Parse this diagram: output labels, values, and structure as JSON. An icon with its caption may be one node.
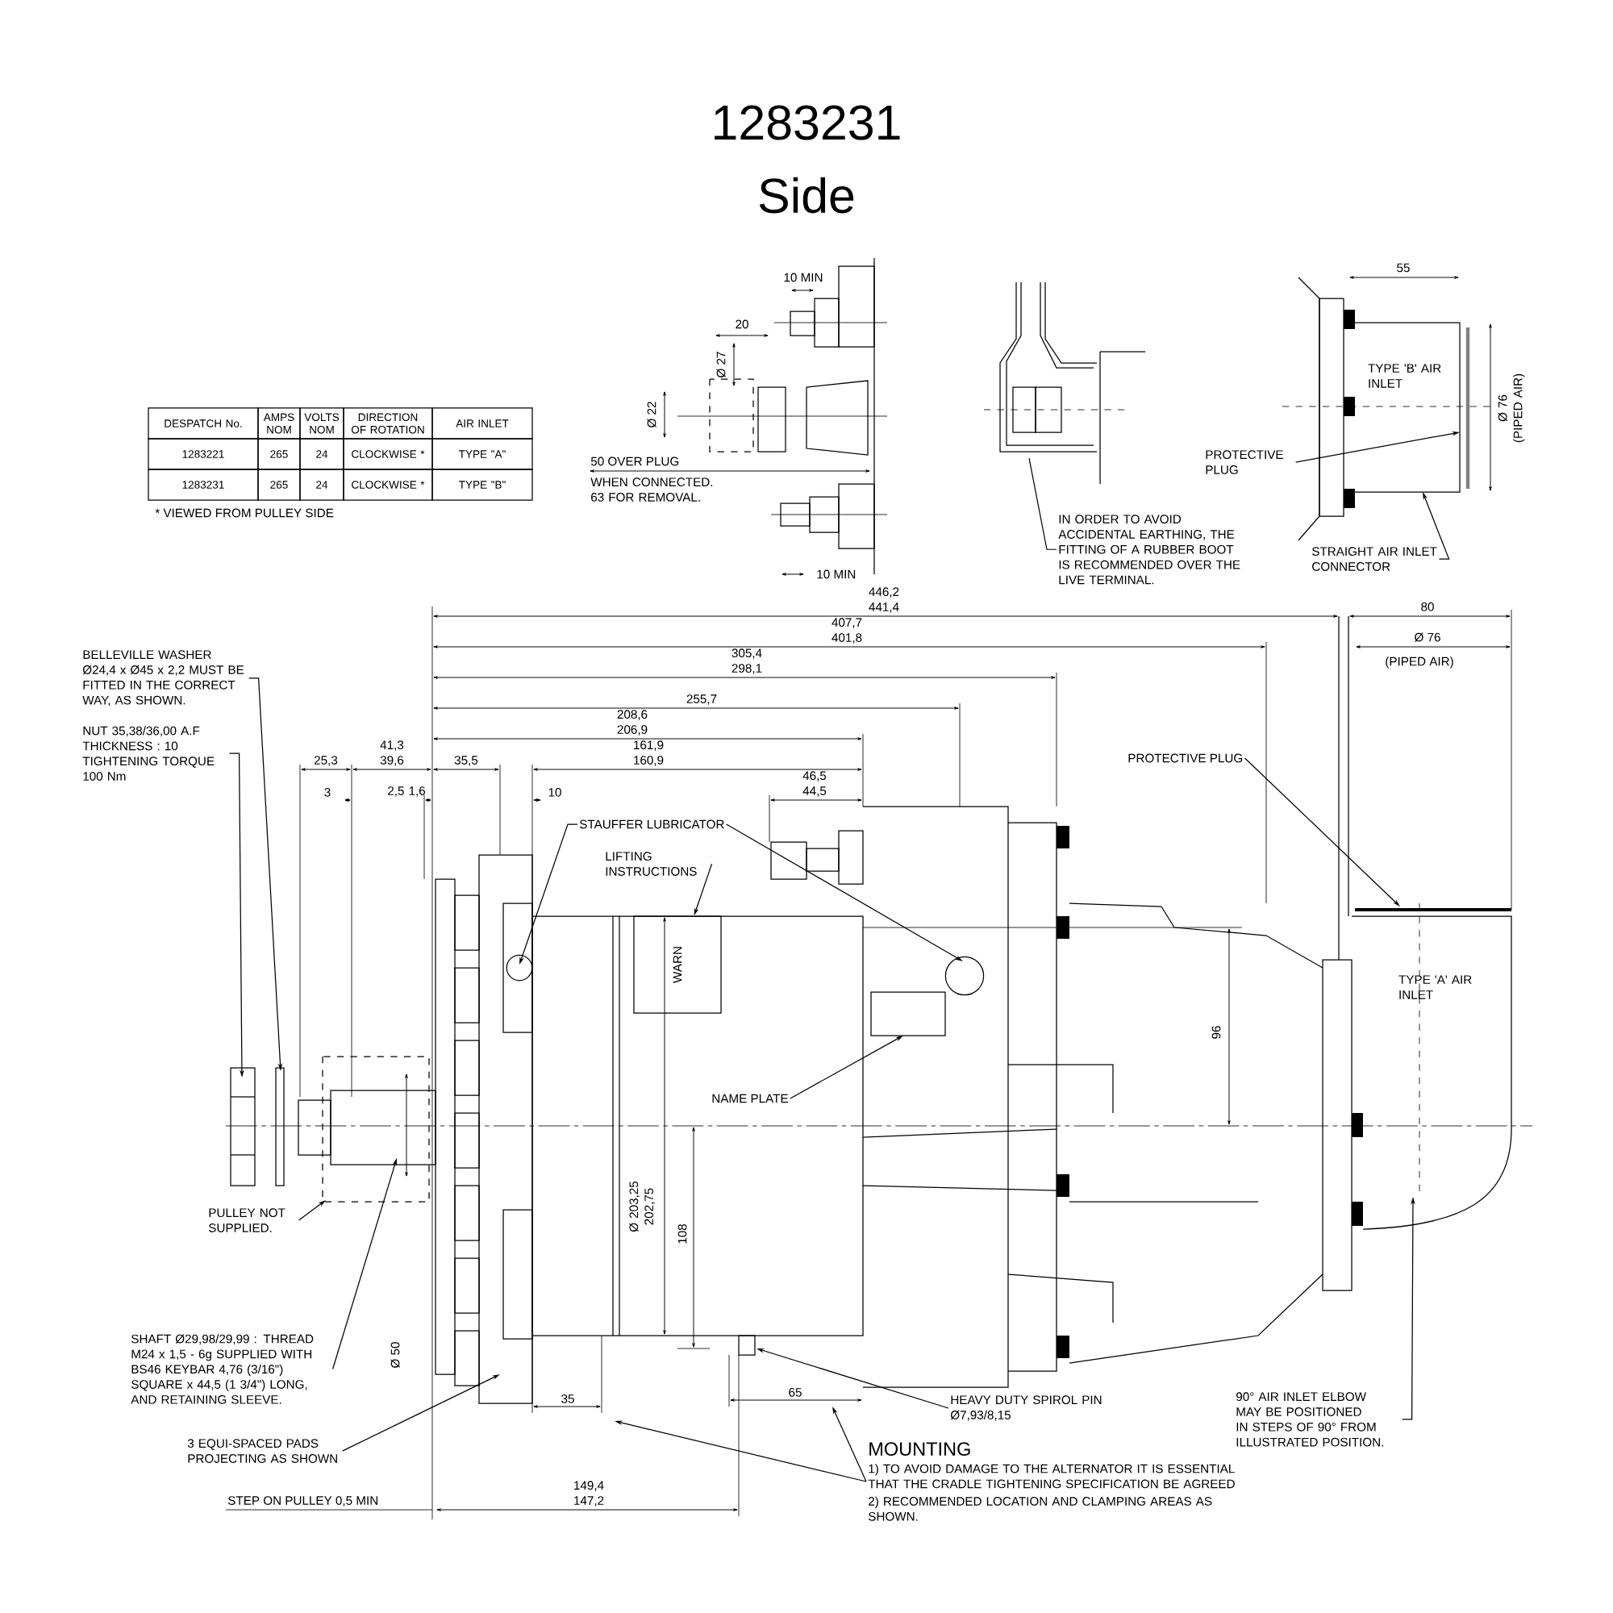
{
  "diagram": {
    "title": "1283231",
    "nodes": [
      {
        "text": [
          "IN ORDER TO AVOID ACCIDENTAL EARTHING, THE FITTING OF A RUBBER BOOT IS RECOMMENDED OVER THE LIVE TERMINAL."
        ]
      },
      {
        "text": [
          "PROTECTIVE PLUG"
        ]
      },
      {
        "text": [
          "STRAIGHT AIR INLET CONNECTOR"
        ]
      },
      {
        "text": [
          "BELLEVILLE WASHER Ø24,4 x Ø45 x 2,2 MUST BE FITTED IN THE CORRECT WAY, AS SHOWN."
        ]
      },
      {
        "text": [
          "NUT 35,38/36,00 A.F THICKNESS : 10 TIGHTENING TORQUE 100 Nm"
        ]
      },
      {
        "text": [
          "STAUFFER LUBRICATOR"
        ]
      },
      {
        "text": [
          "LIFTING INSTRUCTIONS"
        ]
      },
      {
        "text": [
          "PROTECTIVE PLUG"
        ]
      },
      {
        "text": [
          "NAME PLATE"
        ]
      },
      {
        "text": [
          "PULLEY NOT SUPPLIED."
        ]
      },
      {
        "text": [
          "SHAFT Ø29,98/29,99 : THREAD M24 x 1,5 - 6g SUPPLIED WITH BS46 KEYBAR 4,76 (3/16\") SQUARE x 44,5 (1 3/4\") LONG, AND RETAINING SLEEVE."
        ]
      },
      {
        "text": [
          "3 EQUI-SPACED PADS PROJECTING AS SHOWN"
        ]
      },
      {
        "text": [
          "HEAVY DUTY SPIROL PIN Ø7,93/8,15"
        ]
      },
      {
        "text": [
          "90° AIR INLET ELBOW MAY BE POSITIONED IN STEPS OF 90° FROM ILLUSTRATED POSITION."
        ]
      },
      {
        "text": [
          "MOUNTING",
          "1) TO AVOID DAMAGE TO THE ALTERNATOR IT IS ESSENTIAL THAT THE CRADLE TIGHTENING SPECIFICATION BE AGREED",
          "2) RECOMMENDED LOCATION AND CLAMPING AREAS AS SHOWN."
        ]
      },
      {
        "text": [
          "WARN"
        ]
      }
    ],
    "edges": [
      {
        "from": 0,
        "to": null,
        "arrow": "none"
      },
      {
        "from": 1,
        "to": null,
        "arrow": "to"
      },
      {
        "from": 2,
        "to": null,
        "arrow": "to"
      },
      {
        "from": 3,
        "to": null,
        "arrow": "to"
      },
      {
        "from": 4,
        "to": null,
        "arrow": "to"
      },
      {
        "from": 5,
        "to": null,
        "arrow": "to"
      },
      {
        "from": 5,
        "to": null,
        "arrow": "to"
      },
      {
        "from": 6,
        "to": 15,
        "arrow": "to"
      },
      {
        "from": 7,
        "to": null,
        "arrow": "to"
      },
      {
        "from": 8,
        "to": null,
        "arrow": "to"
      },
      {
        "from": 9,
        "to": null,
        "arrow": "to"
      },
      {
        "from": 10,
        "to": null,
        "arrow": "to"
      },
      {
        "from": 11,
        "to": null,
        "arrow": "to"
      },
      {
        "from": 12,
        "to": null,
        "arrow": "to"
      },
      {
        "from": 13,
        "to": null,
        "arrow": "to"
      },
      {
        "from": 14,
        "to": null,
        "arrow": "to"
      },
      {
        "from": 14,
        "to": null,
        "arrow": "to"
      }
    ],
    "labels": [
      "Side",
      "DESPATCH No.",
      "AMPS NOM",
      "VOLTS NOM",
      "DIRECTION OF ROTATION",
      "AIR INLET",
      "1283221",
      "265",
      "24",
      "CLOCKWISE *",
      "TYPE \"A\"",
      "1283231",
      "265",
      "24",
      "CLOCKWISE *",
      "TYPE \"B\"",
      "* VIEWED FROM PULLEY SIDE",
      "10 MIN",
      "20",
      "Ø 27",
      "Ø 22",
      "50 OVER PLUG",
      "WHEN CONNECTED. 63 FOR REMOVAL.",
      "10 MIN",
      "55",
      "TYPE 'B' AIR INLET",
      "Ø 76 (PIPED AIR)",
      "446,2 441,4",
      "407,7 401,8",
      "80",
      "Ø 76",
      "(PIPED AIR)",
      "305,4 298,1",
      "255,7",
      "208,6 206,9",
      "25,3",
      "41,3 39,6",
      "35,5",
      "161,9 160,9",
      "3",
      "2,5 1,6",
      "10",
      "46,5 44,5",
      "TYPE 'A' AIR INLET",
      "96",
      "Ø 203,25 202,75",
      "108",
      "Ø 50",
      "35",
      "65",
      "149,4 147,2",
      "STEP ON PULLEY 0,5 MIN"
    ]
  }
}
